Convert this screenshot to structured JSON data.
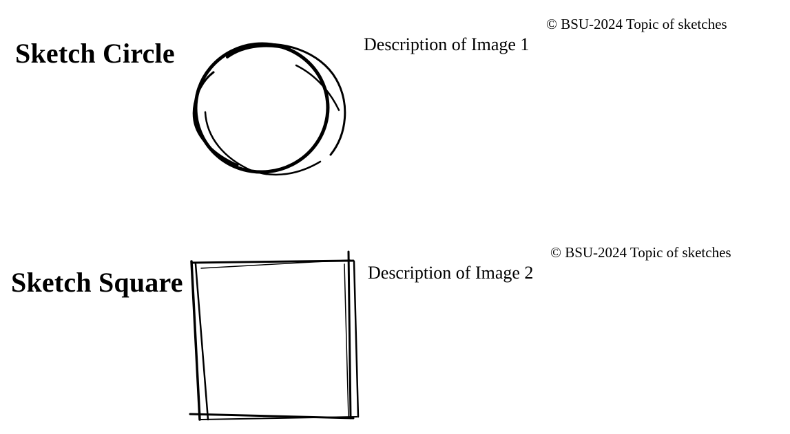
{
  "figures": [
    {
      "title": "Sketch Circle",
      "shape": "circle",
      "description": "Description of Image 1",
      "copyright": "© BSU-2024 Topic of sketches"
    },
    {
      "title": "Sketch Square",
      "shape": "square",
      "description": "Description of Image 2",
      "copyright": "© BSU-2024 Topic of sketches"
    }
  ],
  "colors": {
    "ink": "#000000",
    "background": "#ffffff"
  }
}
